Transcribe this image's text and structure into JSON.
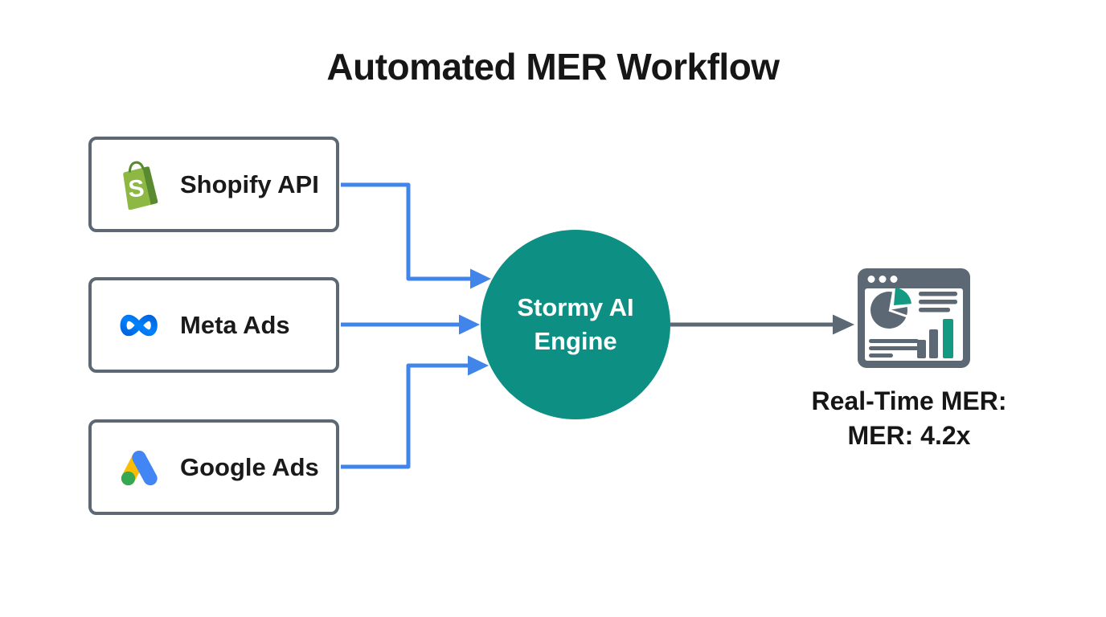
{
  "title": "Automated MER Workflow",
  "sources": [
    {
      "id": "shopify",
      "label": "Shopify API",
      "icon": "shopify-bag-icon",
      "icon_letter": "S"
    },
    {
      "id": "meta",
      "label": "Meta Ads",
      "icon": "meta-infinity-icon"
    },
    {
      "id": "google",
      "label": "Google Ads",
      "icon": "google-ads-icon"
    }
  ],
  "engine": {
    "label": "Stormy AI Engine",
    "shape": "circle"
  },
  "output": {
    "icon": "dashboard-report-icon",
    "caption_line1": "Real-Time MER:",
    "caption_line2": "MER: 4.2x"
  },
  "connectors": [
    {
      "from": "shopify",
      "to": "engine",
      "color": "#4184ea"
    },
    {
      "from": "meta",
      "to": "engine",
      "color": "#4184ea"
    },
    {
      "from": "google",
      "to": "engine",
      "color": "#4184ea"
    },
    {
      "from": "engine",
      "to": "output",
      "color": "#5c6874"
    }
  ],
  "colors": {
    "engine_teal": "#0d9083",
    "connector_blue": "#4184ea",
    "slate_gray": "#5c6874",
    "shopify_green": "#8db843",
    "shopify_dark_green": "#5a8a2f",
    "meta_blue": "#0064e0",
    "meta_blue_light": "#0082fb",
    "google_yellow": "#fbbc04",
    "google_blue": "#4285f4",
    "google_green": "#34a853",
    "dashboard_teal": "#149a83",
    "text_black": "#161616",
    "background": "#ffffff"
  }
}
